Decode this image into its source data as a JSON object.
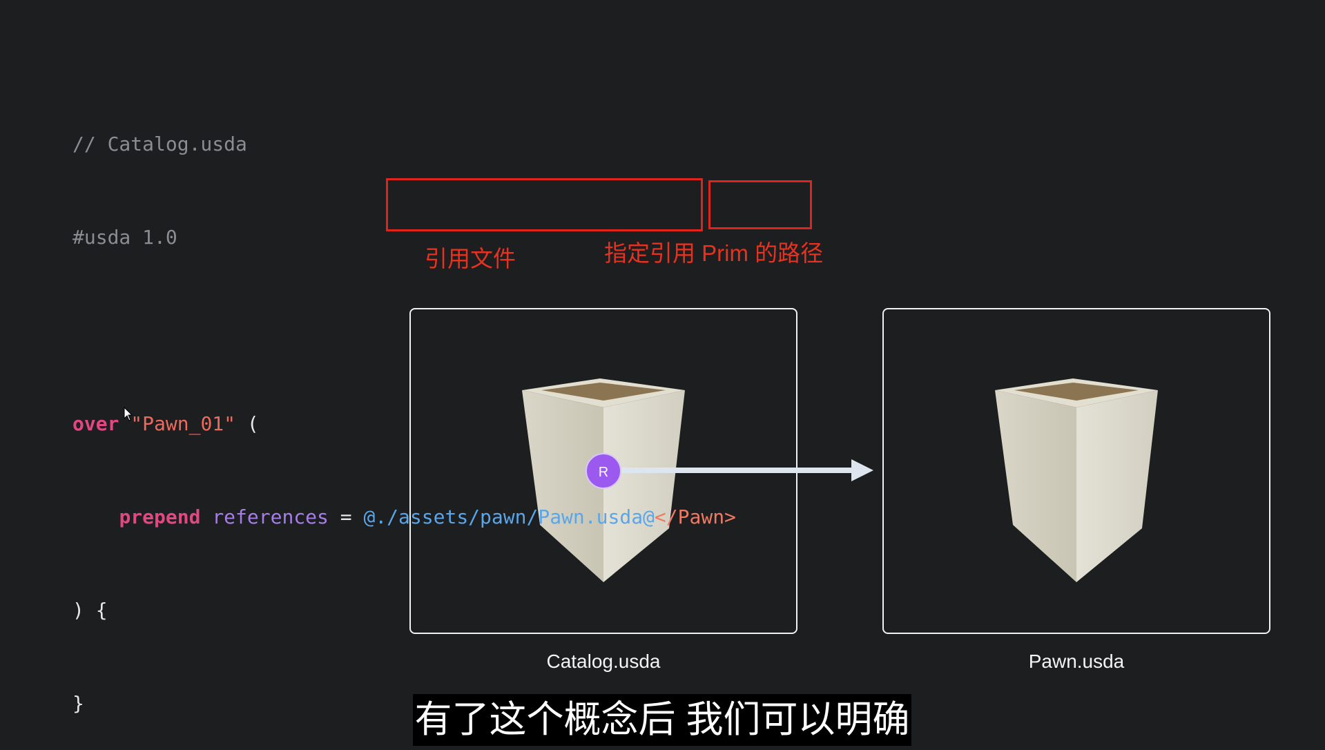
{
  "code": {
    "comment": "// Catalog.usda",
    "header": "#usda 1.0",
    "line3": {
      "keyword": "over",
      "name": "\"Pawn_01\"",
      "paren": " ("
    },
    "line4": {
      "keyword": "prepend",
      "attr": "references",
      "eq": " = ",
      "asset_path": "@./assets/pawn/Pawn.usda@",
      "prim_path": "</Pawn>"
    },
    "line5": ") {",
    "line6": "}"
  },
  "annotations": {
    "file_label": "引用文件",
    "prim_label": "指定引用 Prim 的路径",
    "color": "#e0241b"
  },
  "diagram": {
    "left_caption": "Catalog.usda",
    "right_caption": "Pawn.usda",
    "reference_badge": "R",
    "badge_color": "#9b59f0",
    "arrow_color": "#dde6ee"
  },
  "subtitle": "有了这个概念后 我们可以明确"
}
